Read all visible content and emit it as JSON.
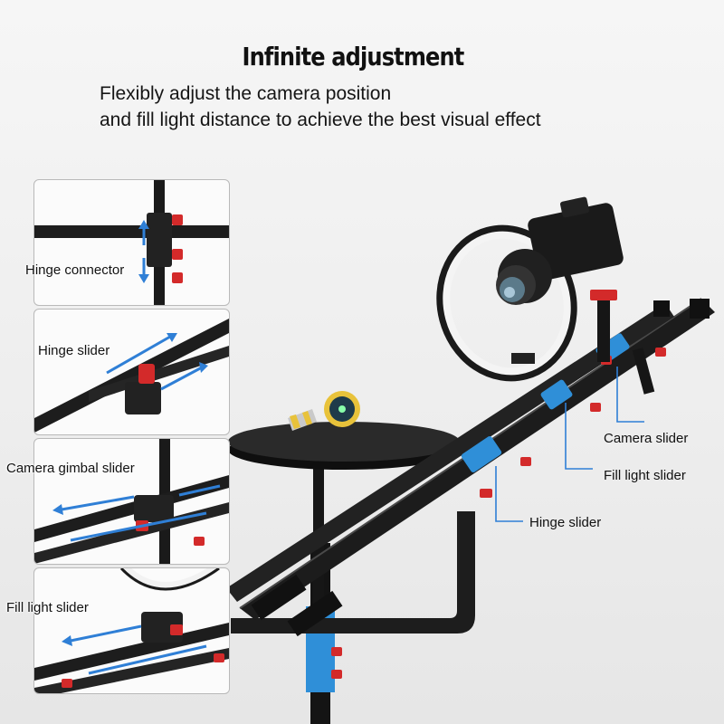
{
  "heading": {
    "title": "Infinite adjustment",
    "subtitle_line1": "Flexibly adjust the camera position",
    "subtitle_line2": "and fill light distance to achieve the best visual effect"
  },
  "panels": [
    {
      "label": "Hinge connector"
    },
    {
      "label": "Hinge slider"
    },
    {
      "label": "Camera gimbal slider"
    },
    {
      "label": "Fill light slider"
    }
  ],
  "callouts": {
    "camera_slider": "Camera slider",
    "fill_light_slider": "Fill light slider",
    "hinge_slider": "Hinge slider"
  },
  "colors": {
    "accent_blue": "#2f7fd6",
    "knob_red": "#d32a2a",
    "metal": "#1b1b1b",
    "watch_gold": "#e8c23a"
  }
}
